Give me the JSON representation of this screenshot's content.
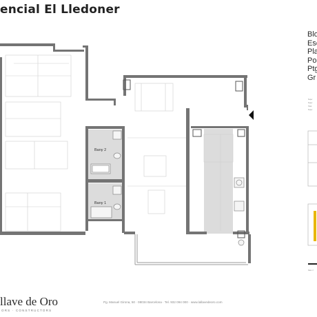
{
  "document": {
    "title": "encial El Lledoner",
    "rooms": {
      "bath_2": "Bany 2",
      "bath_1": "Bany 1"
    },
    "side_labels": [
      "Blo",
      "Esc",
      "Pla",
      "Po",
      "Ptg",
      "Gr"
    ],
    "legend_lines": [
      "Super",
      "Super",
      "Total",
      "Super"
    ],
    "date_label": "Date: 2"
  },
  "footer": {
    "brand": "llave de Oro",
    "brand_sub": "ORS · CONSTRUCTORS",
    "address": "Pg. Manuel Girona, 50 · 08034 Barcelona · Tel. 932 094 000 · www.lallavedeoro.com"
  },
  "colors": {
    "wall": "#747474",
    "wet_area": "#dcdcdc",
    "furniture": "#c7c7c7",
    "accent": "#e8b70c",
    "text": "#222222"
  }
}
